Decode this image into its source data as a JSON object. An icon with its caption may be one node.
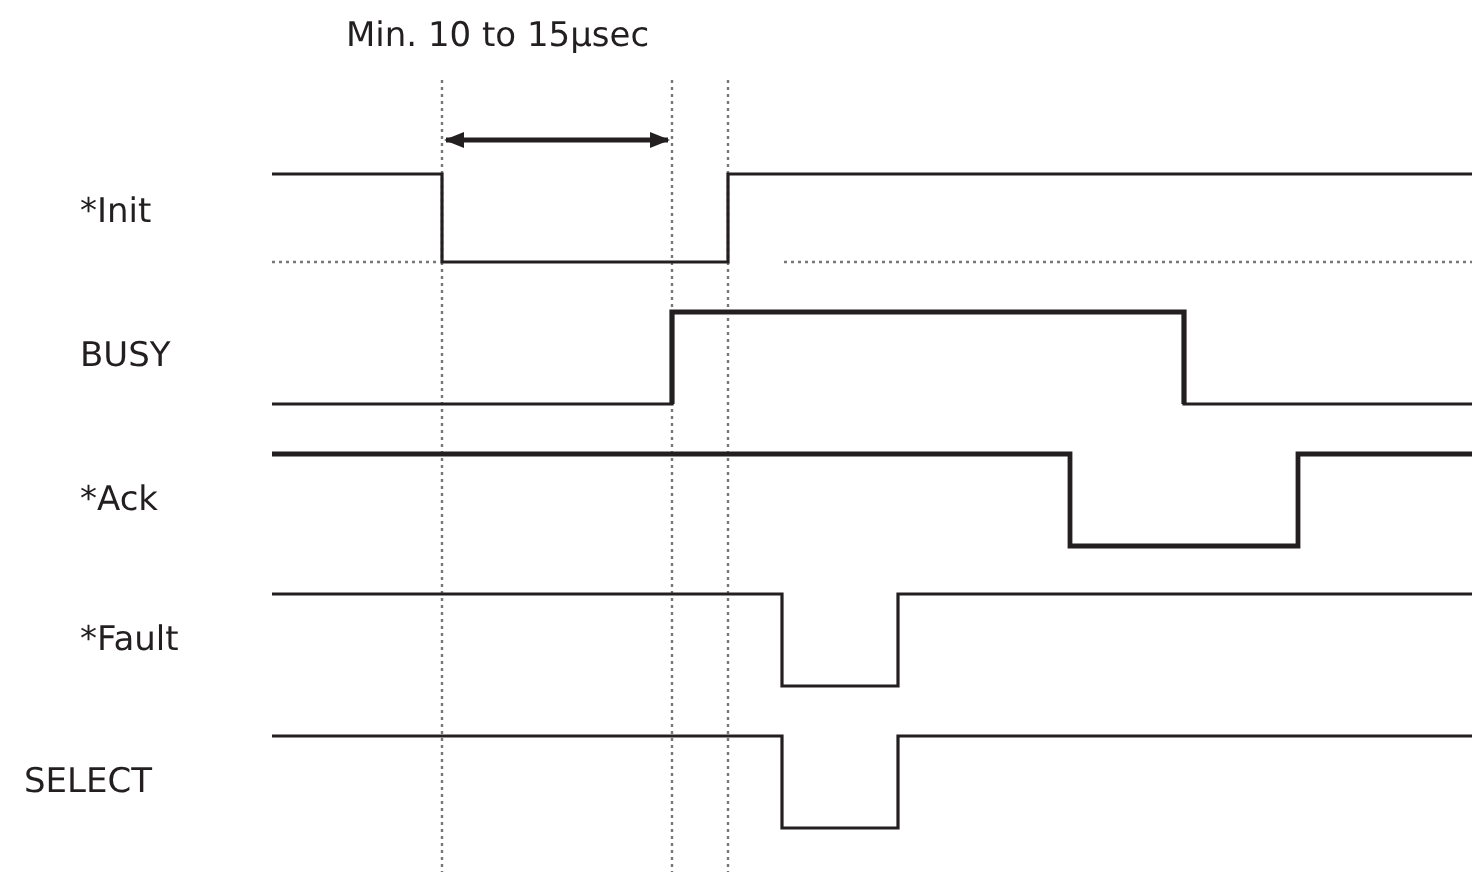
{
  "diagram": {
    "labels": [
      "Min. 10 to 15μsec",
      "*Init",
      "BUSY",
      "*Ack",
      "*Fault",
      "SELECT"
    ]
  }
}
